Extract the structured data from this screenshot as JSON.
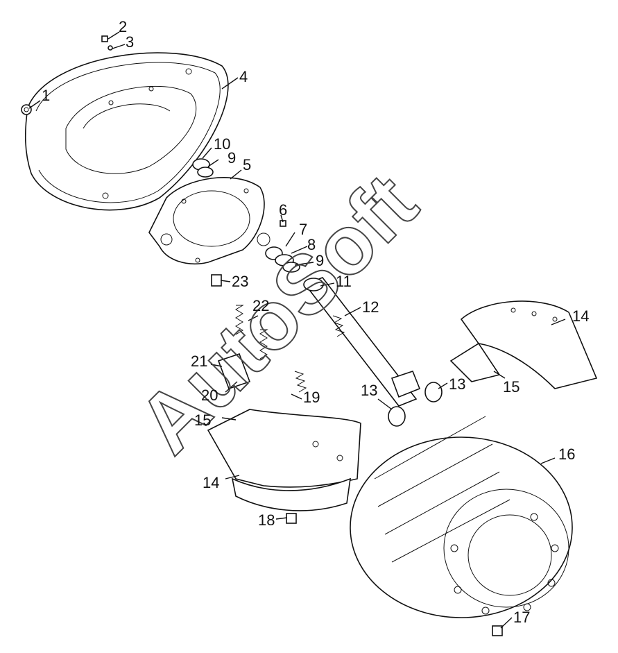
{
  "watermark": "AutoSoft",
  "callouts": [
    {
      "id": "c1",
      "text": "1"
    },
    {
      "id": "c2",
      "text": "2"
    },
    {
      "id": "c3",
      "text": "3"
    },
    {
      "id": "c4",
      "text": "4"
    },
    {
      "id": "c5",
      "text": "5"
    },
    {
      "id": "c6",
      "text": "6"
    },
    {
      "id": "c7",
      "text": "7"
    },
    {
      "id": "c8",
      "text": "8"
    },
    {
      "id": "c9a",
      "text": "9"
    },
    {
      "id": "c9b",
      "text": "9"
    },
    {
      "id": "c10",
      "text": "10"
    },
    {
      "id": "c11",
      "text": "11"
    },
    {
      "id": "c12",
      "text": "12"
    },
    {
      "id": "c13a",
      "text": "13"
    },
    {
      "id": "c13b",
      "text": "13"
    },
    {
      "id": "c14a",
      "text": "14"
    },
    {
      "id": "c14b",
      "text": "14"
    },
    {
      "id": "c15a",
      "text": "15"
    },
    {
      "id": "c15b",
      "text": "15"
    },
    {
      "id": "c16",
      "text": "16"
    },
    {
      "id": "c17",
      "text": "17"
    },
    {
      "id": "c18",
      "text": "18"
    },
    {
      "id": "c19",
      "text": "19"
    },
    {
      "id": "c20",
      "text": "20"
    },
    {
      "id": "c21",
      "text": "21"
    },
    {
      "id": "c22",
      "text": "22"
    },
    {
      "id": "c23",
      "text": "23"
    }
  ]
}
